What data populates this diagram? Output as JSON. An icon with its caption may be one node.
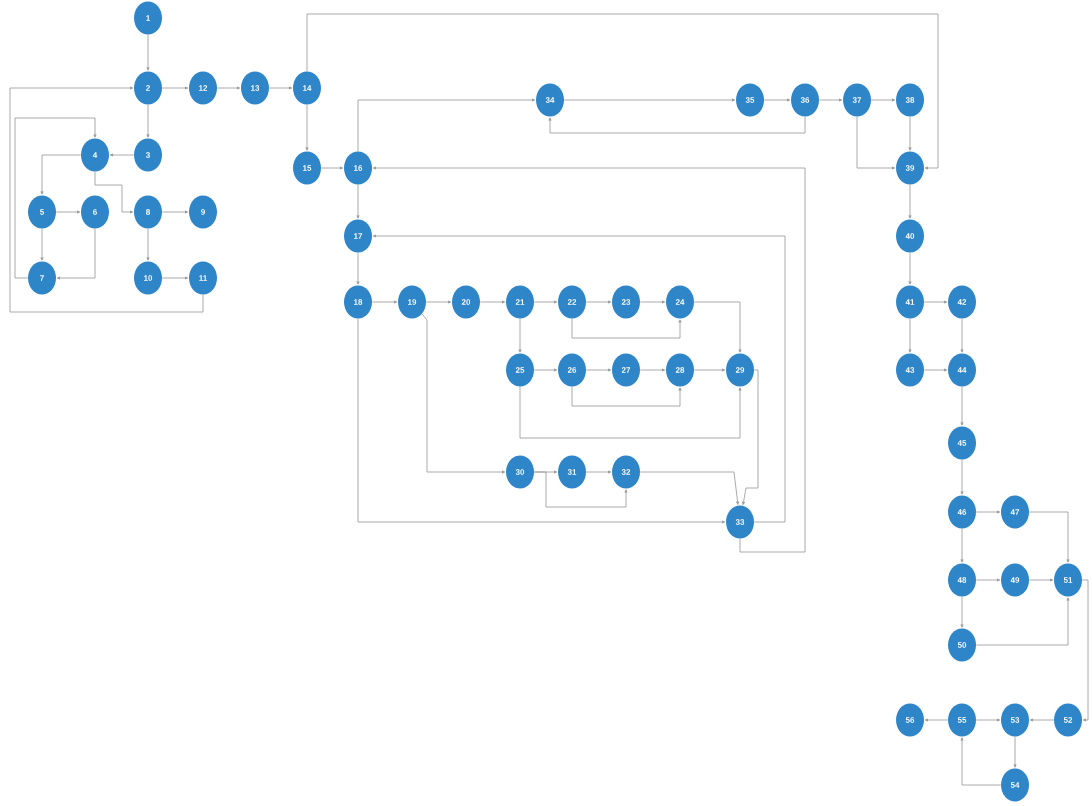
{
  "diagram": {
    "nodes": [
      {
        "text": [
          "1"
        ]
      },
      {
        "text": [
          "2"
        ]
      },
      {
        "text": [
          "3"
        ]
      },
      {
        "text": [
          "4"
        ]
      },
      {
        "text": [
          "5"
        ]
      },
      {
        "text": [
          "6"
        ]
      },
      {
        "text": [
          "7"
        ]
      },
      {
        "text": [
          "8"
        ]
      },
      {
        "text": [
          "9"
        ]
      },
      {
        "text": [
          "10"
        ]
      },
      {
        "text": [
          "11"
        ]
      },
      {
        "text": [
          "12"
        ]
      },
      {
        "text": [
          "13"
        ]
      },
      {
        "text": [
          "14"
        ]
      },
      {
        "text": [
          "15"
        ]
      },
      {
        "text": [
          "16"
        ]
      },
      {
        "text": [
          "17"
        ]
      },
      {
        "text": [
          "18"
        ]
      },
      {
        "text": [
          "19"
        ]
      },
      {
        "text": [
          "20"
        ]
      },
      {
        "text": [
          "21"
        ]
      },
      {
        "text": [
          "22"
        ]
      },
      {
        "text": [
          "23"
        ]
      },
      {
        "text": [
          "24"
        ]
      },
      {
        "text": [
          "25"
        ]
      },
      {
        "text": [
          "26"
        ]
      },
      {
        "text": [
          "27"
        ]
      },
      {
        "text": [
          "28"
        ]
      },
      {
        "text": [
          "29"
        ]
      },
      {
        "text": [
          "30"
        ]
      },
      {
        "text": [
          "31"
        ]
      },
      {
        "text": [
          "32"
        ]
      },
      {
        "text": [
          "33"
        ]
      },
      {
        "text": [
          "34"
        ]
      },
      {
        "text": [
          "35"
        ]
      },
      {
        "text": [
          "36"
        ]
      },
      {
        "text": [
          "37"
        ]
      },
      {
        "text": [
          "38"
        ]
      },
      {
        "text": [
          "39"
        ]
      },
      {
        "text": [
          "40"
        ]
      },
      {
        "text": [
          "41"
        ]
      },
      {
        "text": [
          "42"
        ]
      },
      {
        "text": [
          "43"
        ]
      },
      {
        "text": [
          "44"
        ]
      },
      {
        "text": [
          "45"
        ]
      },
      {
        "text": [
          "46"
        ]
      },
      {
        "text": [
          "47"
        ]
      },
      {
        "text": [
          "48"
        ]
      },
      {
        "text": [
          "49"
        ]
      },
      {
        "text": [
          "50"
        ]
      },
      {
        "text": [
          "51"
        ]
      },
      {
        "text": [
          "52"
        ]
      },
      {
        "text": [
          "53"
        ]
      },
      {
        "text": [
          "54"
        ]
      },
      {
        "text": [
          "55"
        ]
      },
      {
        "text": [
          "56"
        ]
      }
    ],
    "edges": [
      {
        "from": 0,
        "to": 1,
        "arrow": "to"
      },
      {
        "from": 1,
        "to": 11,
        "arrow": "to"
      },
      {
        "from": 1,
        "to": 2,
        "arrow": "to"
      },
      {
        "from": 2,
        "to": 3,
        "arrow": "to"
      },
      {
        "from": 3,
        "to": 4,
        "arrow": "to"
      },
      {
        "from": 3,
        "to": 7,
        "arrow": "to"
      },
      {
        "from": 4,
        "to": 5,
        "arrow": "to"
      },
      {
        "from": 4,
        "to": 6,
        "arrow": "to"
      },
      {
        "from": 5,
        "to": 6,
        "arrow": "to"
      },
      {
        "from": 6,
        "to": 3,
        "arrow": "to"
      },
      {
        "from": 7,
        "to": 8,
        "arrow": "to"
      },
      {
        "from": 7,
        "to": 9,
        "arrow": "to"
      },
      {
        "from": 9,
        "to": 10,
        "arrow": "to"
      },
      {
        "from": 10,
        "to": 1,
        "arrow": "to"
      },
      {
        "from": 11,
        "to": 12,
        "arrow": "to"
      },
      {
        "from": 12,
        "to": 13,
        "arrow": "to"
      },
      {
        "from": 13,
        "to": 38,
        "arrow": "to"
      },
      {
        "from": 13,
        "to": 14,
        "arrow": "to"
      },
      {
        "from": 14,
        "to": 15,
        "arrow": "to"
      },
      {
        "from": 15,
        "to": 33,
        "arrow": "to"
      },
      {
        "from": 15,
        "to": 16,
        "arrow": "to"
      },
      {
        "from": 32,
        "to": 15,
        "arrow": "to"
      },
      {
        "from": 16,
        "to": 17,
        "arrow": "to"
      },
      {
        "from": 32,
        "to": 16,
        "arrow": "to"
      },
      {
        "from": 17,
        "to": 18,
        "arrow": "to"
      },
      {
        "from": 17,
        "to": 32,
        "arrow": "to"
      },
      {
        "from": 18,
        "to": 19,
        "arrow": "to"
      },
      {
        "from": 18,
        "to": 29,
        "arrow": "to"
      },
      {
        "from": 19,
        "to": 20,
        "arrow": "to"
      },
      {
        "from": 20,
        "to": 21,
        "arrow": "to"
      },
      {
        "from": 20,
        "to": 24,
        "arrow": "to"
      },
      {
        "from": 21,
        "to": 22,
        "arrow": "to"
      },
      {
        "from": 21,
        "to": 23,
        "arrow": "to"
      },
      {
        "from": 22,
        "to": 23,
        "arrow": "to"
      },
      {
        "from": 23,
        "to": 28,
        "arrow": "to"
      },
      {
        "from": 24,
        "to": 25,
        "arrow": "to"
      },
      {
        "from": 25,
        "to": 26,
        "arrow": "to"
      },
      {
        "from": 25,
        "to": 27,
        "arrow": "to"
      },
      {
        "from": 26,
        "to": 27,
        "arrow": "to"
      },
      {
        "from": 27,
        "to": 28,
        "arrow": "to"
      },
      {
        "from": 24,
        "to": 28,
        "arrow": "to"
      },
      {
        "from": 28,
        "to": 32,
        "arrow": "to"
      },
      {
        "from": 29,
        "to": 30,
        "arrow": "to"
      },
      {
        "from": 29,
        "to": 31,
        "arrow": "to"
      },
      {
        "from": 30,
        "to": 31,
        "arrow": "to"
      },
      {
        "from": 31,
        "to": 32,
        "arrow": "to"
      },
      {
        "from": 33,
        "to": 34,
        "arrow": "to"
      },
      {
        "from": 34,
        "to": 35,
        "arrow": "to"
      },
      {
        "from": 35,
        "to": 33,
        "arrow": "to"
      },
      {
        "from": 35,
        "to": 36,
        "arrow": "to"
      },
      {
        "from": 36,
        "to": 37,
        "arrow": "to"
      },
      {
        "from": 36,
        "to": 38,
        "arrow": "to"
      },
      {
        "from": 37,
        "to": 38,
        "arrow": "to"
      },
      {
        "from": 38,
        "to": 39,
        "arrow": "to"
      },
      {
        "from": 39,
        "to": 40,
        "arrow": "to"
      },
      {
        "from": 40,
        "to": 41,
        "arrow": "to"
      },
      {
        "from": 40,
        "to": 42,
        "arrow": "to"
      },
      {
        "from": 41,
        "to": 43,
        "arrow": "to"
      },
      {
        "from": 42,
        "to": 43,
        "arrow": "to"
      },
      {
        "from": 43,
        "to": 44,
        "arrow": "to"
      },
      {
        "from": 44,
        "to": 45,
        "arrow": "to"
      },
      {
        "from": 45,
        "to": 46,
        "arrow": "to"
      },
      {
        "from": 45,
        "to": 47,
        "arrow": "to"
      },
      {
        "from": 46,
        "to": 50,
        "arrow": "to"
      },
      {
        "from": 47,
        "to": 48,
        "arrow": "to"
      },
      {
        "from": 47,
        "to": 49,
        "arrow": "to"
      },
      {
        "from": 48,
        "to": 50,
        "arrow": "to"
      },
      {
        "from": 49,
        "to": 50,
        "arrow": "to"
      },
      {
        "from": 50,
        "to": 51,
        "arrow": "to"
      },
      {
        "from": 51,
        "to": 52,
        "arrow": "to"
      },
      {
        "from": 52,
        "to": 53,
        "arrow": "to"
      },
      {
        "from": 53,
        "to": 54,
        "arrow": "to"
      },
      {
        "from": 54,
        "to": 52,
        "arrow": "to"
      },
      {
        "from": 54,
        "to": 55,
        "arrow": "to"
      }
    ]
  }
}
